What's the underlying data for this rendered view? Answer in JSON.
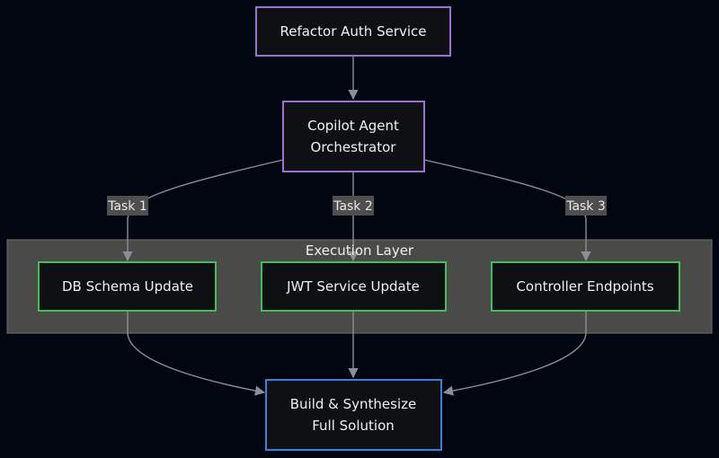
{
  "colors": {
    "background": "#020611",
    "node_fill": "#0f1013",
    "purple_border": "#9a72d6",
    "green_border": "#3fbf5a",
    "blue_border": "#3f7fdc",
    "edge": "#8a8e96",
    "cluster_fill": "#4a4a48"
  },
  "nodes": {
    "start": {
      "label": "Refactor Auth Service",
      "border": "purple"
    },
    "orchestrator": {
      "line1": "Copilot Agent",
      "line2": "Orchestrator",
      "border": "purple"
    },
    "db": {
      "label": "DB Schema Update",
      "border": "green"
    },
    "jwt": {
      "label": "JWT Service Update",
      "border": "green"
    },
    "controller": {
      "label": "Controller Endpoints",
      "border": "green"
    },
    "build": {
      "line1": "Build & Synthesize",
      "line2": "Full Solution",
      "border": "blue"
    }
  },
  "cluster": {
    "title": "Execution Layer"
  },
  "edges": {
    "task1": "Task 1",
    "task2": "Task 2",
    "task3": "Task 3"
  }
}
